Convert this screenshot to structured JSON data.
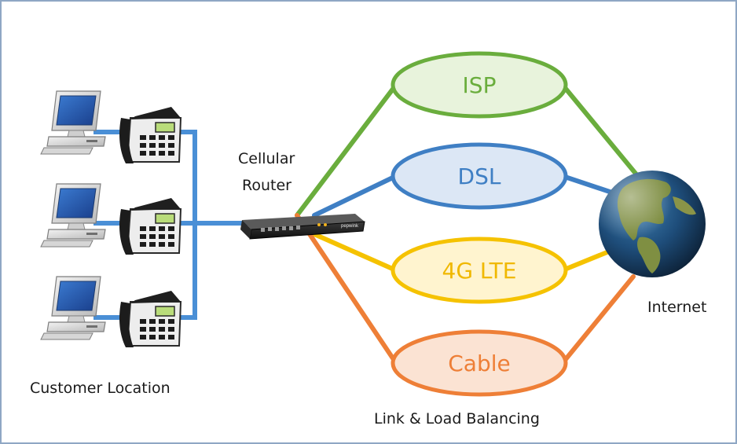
{
  "labels": {
    "router": [
      "Cellular",
      "Router"
    ],
    "customer_location": "Customer Location",
    "internet": "Internet",
    "balancing": "Link & Load Balancing"
  },
  "links": [
    {
      "name": "ISP",
      "color": "#6aad3d",
      "fill": "#e8f3dc",
      "text_color": "#6aad3d"
    },
    {
      "name": "DSL",
      "color": "#3f7fc4",
      "fill": "#dce7f5",
      "text_color": "#3f7fc4"
    },
    {
      "name": "4G LTE",
      "color": "#f5c200",
      "fill": "#fff4cf",
      "text_color": "#f0b800"
    },
    {
      "name": "Cable",
      "color": "#ee7f37",
      "fill": "#fbe3d3",
      "text_color": "#ee7f37"
    }
  ],
  "customer_wiring_color": "#4a8fd6",
  "router_brand": "pepwink",
  "icons": [
    "computer-icon",
    "telephone-icon",
    "router-icon",
    "globe-icon"
  ]
}
